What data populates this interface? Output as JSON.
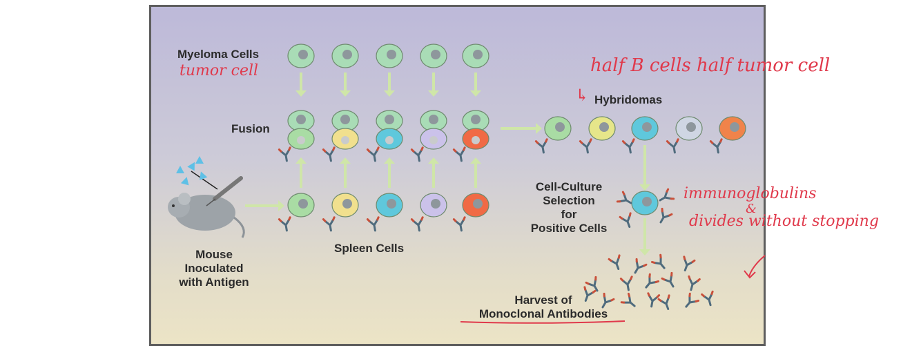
{
  "labels": {
    "myeloma": "Myeloma Cells",
    "fusion": "Fusion",
    "spleen": "Spleen Cells",
    "mouse": [
      "Mouse",
      "Inoculated",
      "with Antigen"
    ],
    "hybridomas": "Hybridomas",
    "selection": [
      "Cell-Culture",
      "Selection",
      "for",
      "Positive Cells"
    ],
    "harvest": [
      "Harvest of",
      "Monoclonal Antibodies"
    ]
  },
  "annotations": {
    "tumor": "tumor cell",
    "half": "half B cells half tumor cell",
    "arrow_mark": "↳",
    "immuno": "immunoglobulins",
    "amp": "&",
    "divides": "divides without stopping"
  },
  "colors": {
    "myeloma": "#a9dcb6",
    "spleen": [
      "#a9dca4",
      "#f1e08e",
      "#5fc8dc",
      "#cbc2ea",
      "#f06a45"
    ],
    "hybridoma": [
      "#a9dca4",
      "#e6e68a",
      "#5fc8dc",
      "#cfd6e3",
      "#f0834a"
    ],
    "arrow": "#cfe6a8",
    "annotation": "#e0394b",
    "antigen": "#5ec0e6"
  }
}
